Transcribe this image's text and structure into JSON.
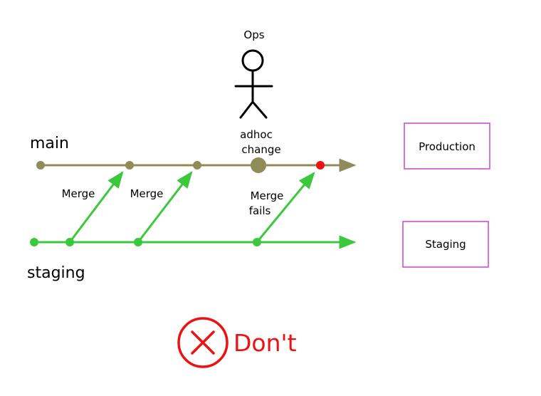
{
  "title": "",
  "colors": {
    "main_line": "#8f8c5a",
    "staging_line": "#3cc83c",
    "error": "#ee1111",
    "box_border": "#cc44cc",
    "text": "#000000"
  },
  "actor": {
    "label": "Ops",
    "icon": "stick-figure-icon"
  },
  "adhoc": {
    "line1": "adhoc",
    "line2": "change"
  },
  "branches": {
    "main": "main",
    "staging": "staging"
  },
  "merges": [
    {
      "label": "Merge"
    },
    {
      "label": "Merge"
    },
    {
      "label_line1": "Merge",
      "label_line2": "fails"
    }
  ],
  "environments": {
    "production": "Production",
    "staging": "Staging"
  },
  "verdict": {
    "text": "Don't",
    "icon": "x-circle-icon"
  }
}
